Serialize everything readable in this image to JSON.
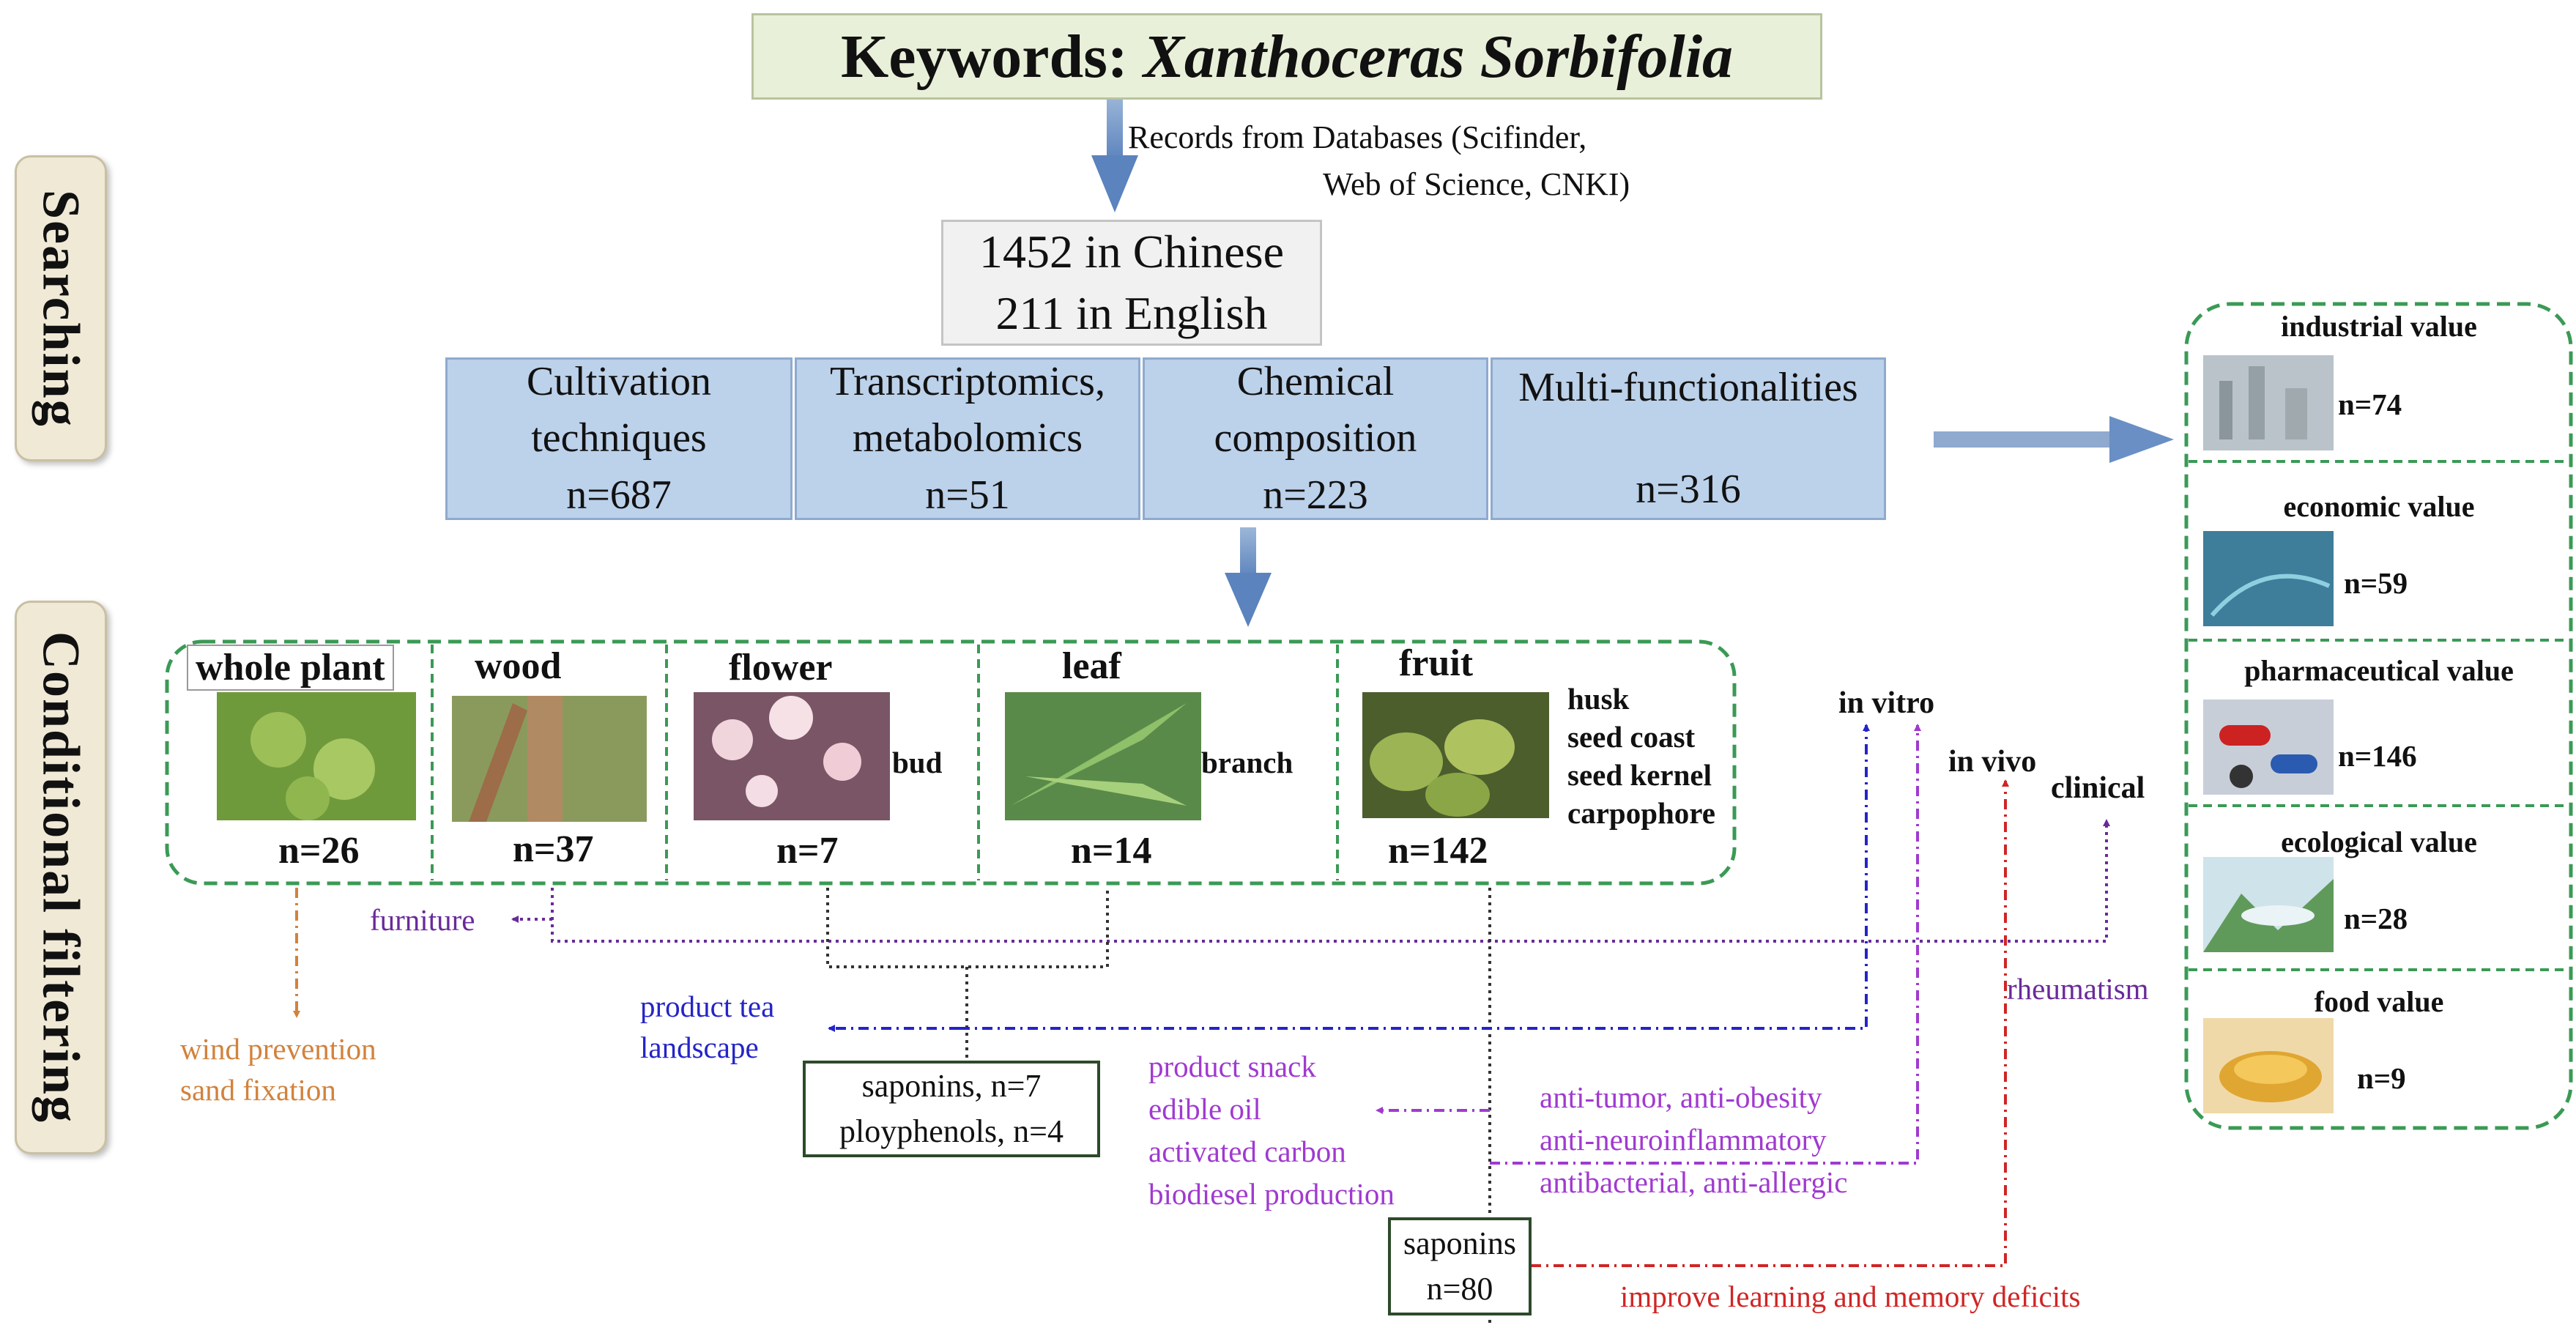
{
  "title": {
    "prefix": "Keywords: ",
    "species": "Xanthoceras Sorbifolia"
  },
  "stages": {
    "searching": "Searching",
    "filtering": "Conditional filtering"
  },
  "sources": {
    "line1": "Records from Databases (Scifinder,",
    "line2": "Web of Science, CNKI)"
  },
  "records": {
    "chinese": "1452 in Chinese",
    "english": "211 in English"
  },
  "categories": [
    {
      "line1": "Cultivation",
      "line2": "techniques",
      "count": "n=687"
    },
    {
      "line1": "Transcriptomics,",
      "line2": "metabolomics",
      "count": "n=51"
    },
    {
      "line1": "Chemical",
      "line2": "composition",
      "count": "n=223"
    },
    {
      "line1": "Multi-functionalities",
      "line2": "",
      "count": "n=316"
    }
  ],
  "parts": [
    {
      "label": "whole plant",
      "count": "n=26",
      "image": "whole-plant-photo"
    },
    {
      "label": "wood",
      "count": "n=37",
      "image": "wood-photo"
    },
    {
      "label": "flower",
      "count": "n=7",
      "sub": "bud",
      "image": "flower-photo"
    },
    {
      "label": "leaf",
      "count": "n=14",
      "sub": "branch",
      "image": "leaf-photo"
    },
    {
      "label": "fruit",
      "count": "n=142",
      "subs": [
        "husk",
        "seed coast",
        "seed kernel",
        "carpophore"
      ],
      "image": "fruit-photo"
    }
  ],
  "values": [
    {
      "title": "industrial value",
      "count": "n=74",
      "image": "industrial-photo"
    },
    {
      "title": "economic value",
      "count": "n=59",
      "image": "economic-photo"
    },
    {
      "title": "pharmaceutical value",
      "count": "n=146",
      "image": "pharmaceutical-photo"
    },
    {
      "title": "ecological value",
      "count": "n=28",
      "image": "ecological-photo"
    },
    {
      "title": "food value",
      "count": "n=9",
      "image": "food-photo"
    }
  ],
  "studies": {
    "in_vitro": "in vitro",
    "in_vivo": "in vivo",
    "clinical": "clinical"
  },
  "uses": {
    "furniture": "furniture",
    "wind": [
      "wind prevention",
      "sand fixation"
    ],
    "tea": [
      "product tea",
      "landscape"
    ],
    "snack": [
      "product snack",
      "edible oil",
      "activated carbon",
      "biodiesel production"
    ],
    "effects": [
      "anti-tumor, anti-obesity",
      "anti-neuroinflammatory",
      "antibacterial, anti-allergic"
    ],
    "rheumatism": "rheumatism",
    "memory": "improve learning and memory deficits"
  },
  "compounds": {
    "flower_leaf": [
      "saponins, n=7",
      "ployphenols, n=4"
    ],
    "fruit": [
      "saponins",
      "n=80"
    ]
  },
  "colors": {
    "cat_fill": "#bcd1ea",
    "dash_green": "#3a9a55",
    "blue": "#2424c8",
    "purple": "#a03ad0",
    "orange": "#d2823c",
    "red": "#d02525",
    "dark_purple": "#6a2a9a",
    "black": "#333333"
  }
}
